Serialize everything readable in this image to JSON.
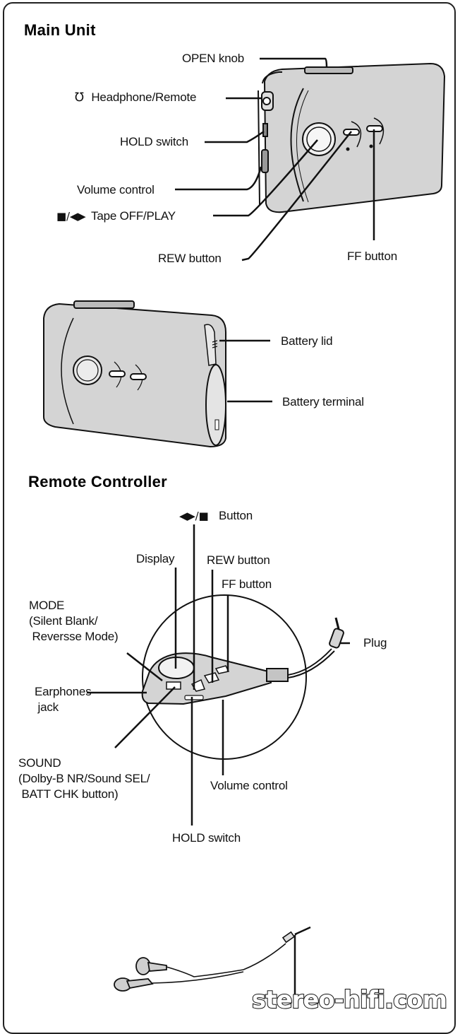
{
  "sections": {
    "main_unit": {
      "title": "Main Unit",
      "labels": {
        "open_knob": "OPEN knob",
        "headphone_icon": "℧",
        "headphone_remote": "Headphone/Remote",
        "hold_switch": "HOLD switch",
        "volume_control": "Volume control",
        "tape_off_play_symbol": "■/◀▶",
        "tape_off_play": "Tape OFF/PLAY",
        "rew_button": "REW button",
        "ff_button": "FF button",
        "battery_lid": "Battery lid",
        "battery_terminal": "Battery terminal"
      }
    },
    "remote_controller": {
      "title": "Remote Controller",
      "labels": {
        "play_stop_symbol": "◀▶/■",
        "play_stop_button": "Button",
        "display": "Display",
        "rew_button": "REW button",
        "ff_button": "FF button",
        "mode": "MODE\n(Silent Blank/\n Reversse Mode)",
        "plug": "Plug",
        "earphones_jack": "Earphones\n jack",
        "sound": "SOUND\n(Dolby-B NR/Sound SEL/\n BATT CHK button)",
        "volume_control": "Volume control",
        "hold_switch": "HOLD switch"
      }
    },
    "earphones": {
      "watermark": "stereo-hifi.com"
    }
  },
  "colors": {
    "device_fill": "#d4d4d4",
    "line": "#111111",
    "background": "#ffffff"
  }
}
